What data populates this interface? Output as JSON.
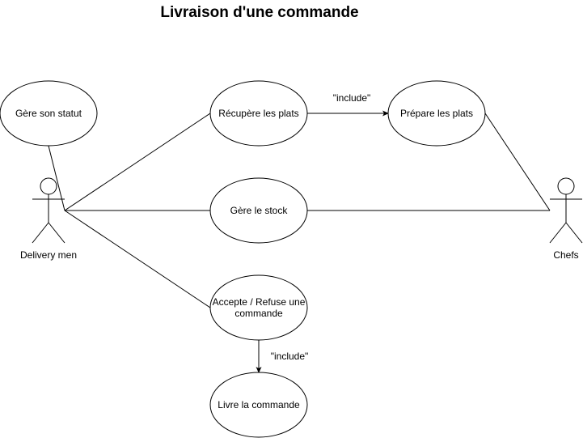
{
  "diagram": {
    "title": "Livraison d'une commande",
    "actors": {
      "delivery": {
        "label": "Delivery men"
      },
      "chefs": {
        "label": "Chefs"
      }
    },
    "use_cases": {
      "gere_statut": {
        "label": "Gère son statut"
      },
      "recupere": {
        "label": "Récupère les plats"
      },
      "prepare": {
        "label": "Prépare les plats"
      },
      "stock": {
        "label": "Gère le stock"
      },
      "accepte_line1": "Accepte / Refuse une",
      "accepte_line2": "commande",
      "livre": {
        "label": "Livre la commande"
      }
    },
    "relations": {
      "include_1": "\"include\"",
      "include_2": "\"include\""
    }
  }
}
